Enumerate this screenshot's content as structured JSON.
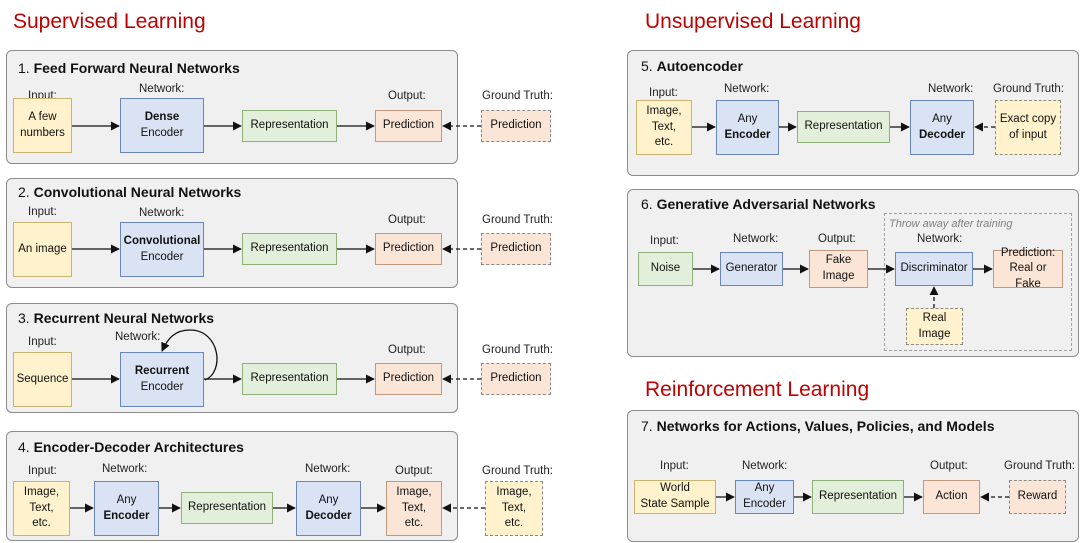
{
  "headings": {
    "supervised": "Supervised Learning",
    "unsupervised": "Unsupervised Learning",
    "reinforcement": "Reinforcement Learning"
  },
  "labels": {
    "input": "Input:",
    "network": "Network:",
    "output": "Output:",
    "ground_truth": "Ground Truth:"
  },
  "p1": {
    "num": "1.",
    "title": "Feed Forward Neural Networks",
    "input": [
      "A few",
      "numbers"
    ],
    "network": [
      "Dense",
      "Encoder"
    ],
    "representation": "Representation",
    "output": "Prediction",
    "truth": "Prediction"
  },
  "p2": {
    "num": "2.",
    "title": "Convolutional Neural Networks",
    "input": "An image",
    "network": [
      "Convolutional",
      "Encoder"
    ],
    "representation": "Representation",
    "output": "Prediction",
    "truth": "Prediction"
  },
  "p3": {
    "num": "3.",
    "title": "Recurrent Neural Networks",
    "input": "Sequence",
    "network": [
      "Recurrent",
      "Encoder"
    ],
    "representation": "Representation",
    "output": "Prediction",
    "truth": "Prediction"
  },
  "p4": {
    "num": "4.",
    "title": "Encoder-Decoder Architectures",
    "input": [
      "Image,",
      "Text,",
      "etc."
    ],
    "encoder": [
      "Any",
      "Encoder"
    ],
    "representation": "Representation",
    "decoder": [
      "Any",
      "Decoder"
    ],
    "output": [
      "Image,",
      "Text,",
      "etc."
    ],
    "truth": [
      "Image,",
      "Text,",
      "etc."
    ]
  },
  "p5": {
    "num": "5.",
    "title": "Autoencoder",
    "input": [
      "Image,",
      "Text,",
      "etc."
    ],
    "encoder": [
      "Any",
      "Encoder"
    ],
    "representation": "Representation",
    "decoder": [
      "Any",
      "Decoder"
    ],
    "truth": [
      "Exact copy",
      "of input"
    ]
  },
  "p6": {
    "num": "6.",
    "title": "Generative Adversarial Networks",
    "note": "Throw away after training",
    "input": "Noise",
    "generator": "Generator",
    "output": [
      "Fake",
      "Image"
    ],
    "discriminator": "Discriminator",
    "prediction": [
      "Prediction:",
      "Real or Fake"
    ],
    "real": [
      "Real",
      "Image"
    ]
  },
  "p7": {
    "num": "7.",
    "title": "Networks for Actions, Values, Policies, and Models",
    "input": [
      "World",
      "State Sample"
    ],
    "encoder": [
      "Any",
      "Encoder"
    ],
    "representation": "Representation",
    "output": "Action",
    "truth": "Reward"
  }
}
